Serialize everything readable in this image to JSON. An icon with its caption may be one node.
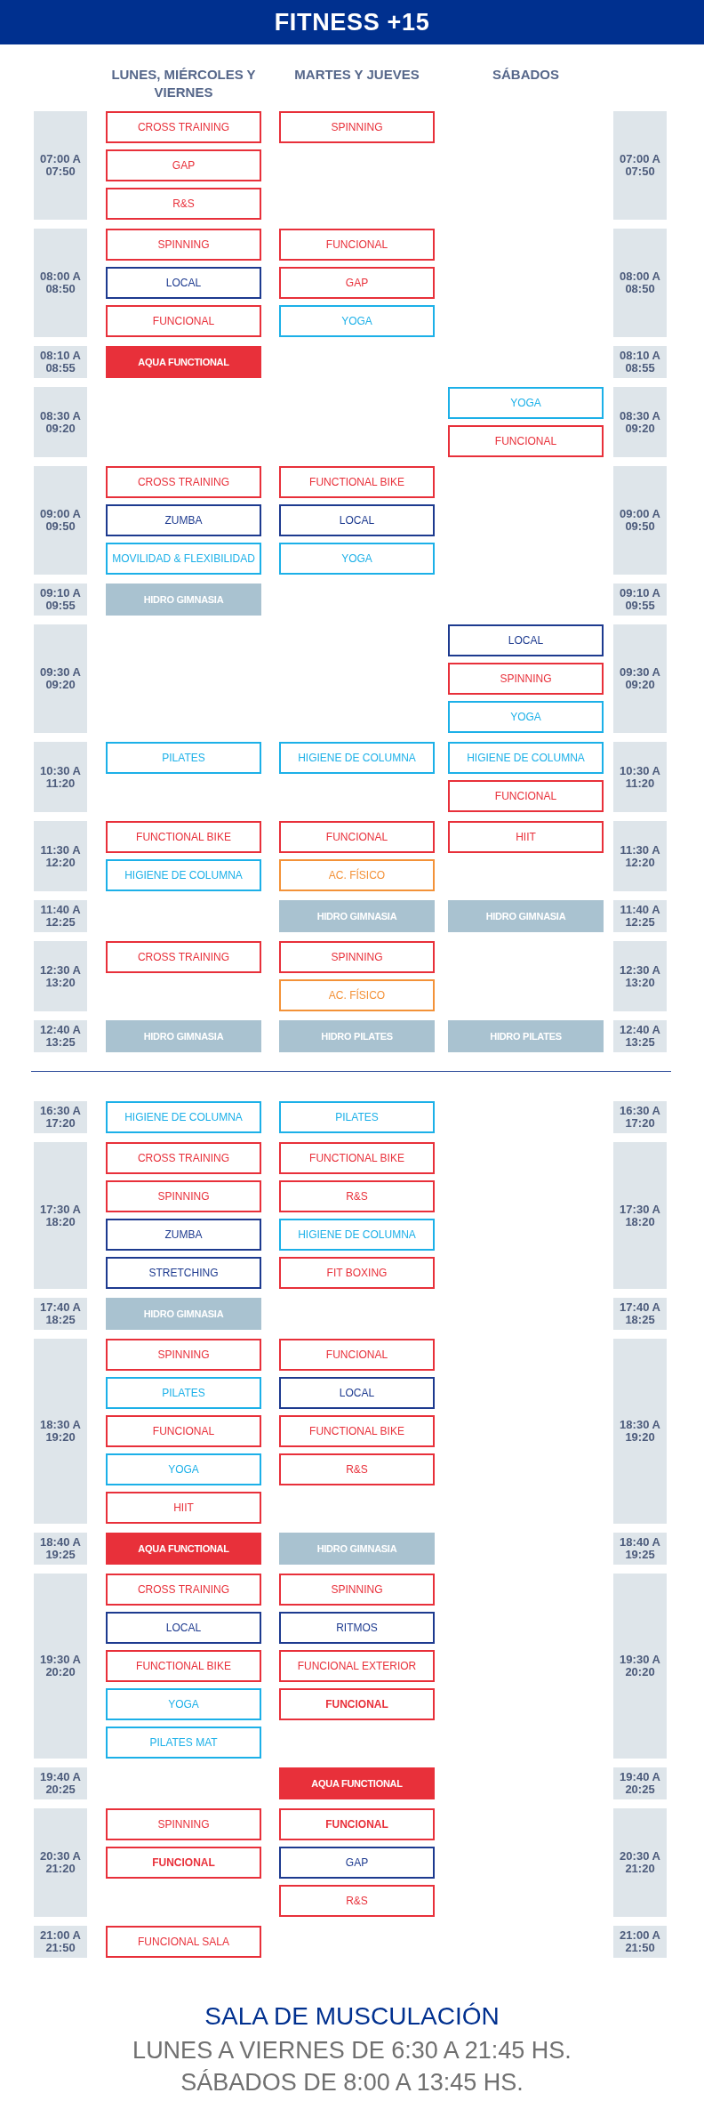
{
  "diagram": {
    "title": "FITNESS +15",
    "nodes": [
      {
        "text": [
          "07:00 A 07:50"
        ]
      },
      {
        "text": [
          "CROSS TRAINING"
        ]
      },
      {
        "text": [
          "SPINNING"
        ]
      },
      {
        "text": [
          "GAP"
        ]
      },
      {
        "text": [
          "R&S"
        ]
      },
      {
        "text": [
          "07:00 A 07:50"
        ]
      },
      {
        "text": [
          "08:00 A 08:50"
        ]
      },
      {
        "text": [
          "SPINNING"
        ]
      },
      {
        "text": [
          "FUNCIONAL"
        ]
      },
      {
        "text": [
          "LOCAL"
        ]
      },
      {
        "text": [
          "GAP"
        ]
      },
      {
        "text": [
          "FUNCIONAL"
        ]
      },
      {
        "text": [
          "YOGA"
        ]
      },
      {
        "text": [
          "08:00 A 08:50"
        ]
      },
      {
        "text": [
          "08:10 A 08:55"
        ]
      },
      {
        "text": [
          "AQUA FUNCTIONAL"
        ]
      },
      {
        "text": [
          "08:10 A 08:55"
        ]
      },
      {
        "text": [
          "08:30 A 09:20"
        ]
      },
      {
        "text": [
          "YOGA"
        ]
      },
      {
        "text": [
          "FUNCIONAL"
        ]
      },
      {
        "text": [
          "08:30 A 09:20"
        ]
      },
      {
        "text": [
          "09:00 A 09:50"
        ]
      },
      {
        "text": [
          "CROSS TRAINING"
        ]
      },
      {
        "text": [
          "FUNCTIONAL BIKE"
        ]
      },
      {
        "text": [
          "ZUMBA"
        ]
      },
      {
        "text": [
          "LOCAL"
        ]
      },
      {
        "text": [
          "MOVILIDAD & FLEXIBILIDAD"
        ]
      },
      {
        "text": [
          "YOGA"
        ]
      },
      {
        "text": [
          "09:00 A 09:50"
        ]
      },
      {
        "text": [
          "09:10 A 09:55"
        ]
      },
      {
        "text": [
          "HIDRO GIMNASIA"
        ]
      },
      {
        "text": [
          "09:10 A 09:55"
        ]
      },
      {
        "text": [
          "09:30 A 09:20"
        ]
      },
      {
        "text": [
          "LOCAL"
        ]
      },
      {
        "text": [
          "SPINNING"
        ]
      },
      {
        "text": [
          "YOGA"
        ]
      },
      {
        "text": [
          "09:30 A 09:20"
        ]
      },
      {
        "text": [
          "10:30 A 11:20"
        ]
      },
      {
        "text": [
          "PILATES"
        ]
      },
      {
        "text": [
          "HIGIENE DE COLUMNA"
        ]
      },
      {
        "text": [
          "HIGIENE DE COLUMNA"
        ]
      },
      {
        "text": [
          "FUNCIONAL"
        ]
      },
      {
        "text": [
          "10:30 A 11:20"
        ]
      },
      {
        "text": [
          "11:30 A 12:20"
        ]
      },
      {
        "text": [
          "FUNCTIONAL BIKE"
        ]
      },
      {
        "text": [
          "FUNCIONAL"
        ]
      },
      {
        "text": [
          "HIIT"
        ]
      },
      {
        "text": [
          "HIGIENE DE COLUMNA"
        ]
      },
      {
        "text": [
          "AC. FÍSICO"
        ]
      },
      {
        "text": [
          "11:30 A 12:20"
        ]
      },
      {
        "text": [
          "11:40 A 12:25"
        ]
      },
      {
        "text": [
          "HIDRO GIMNASIA"
        ]
      },
      {
        "text": [
          "HIDRO GIMNASIA"
        ]
      },
      {
        "text": [
          "11:40 A 12:25"
        ]
      },
      {
        "text": [
          "12:30 A 13:20"
        ]
      },
      {
        "text": [
          "CROSS TRAINING"
        ]
      },
      {
        "text": [
          "SPINNING"
        ]
      },
      {
        "text": [
          "AC. FÍSICO"
        ]
      },
      {
        "text": [
          "12:30 A 13:20"
        ]
      },
      {
        "text": [
          "12:40 A 13:25"
        ]
      },
      {
        "text": [
          "HIDRO GIMNASIA"
        ]
      },
      {
        "text": [
          "HIDRO PILATES"
        ]
      },
      {
        "text": [
          "HIDRO PILATES"
        ]
      },
      {
        "text": [
          "12:40 A 13:25"
        ]
      },
      {
        "text": [
          "16:30 A 17:20"
        ]
      },
      {
        "text": [
          "HIGIENE DE COLUMNA"
        ]
      },
      {
        "text": [
          "PILATES"
        ]
      },
      {
        "text": [
          "16:30 A 17:20"
        ]
      },
      {
        "text": [
          "17:30 A 18:20"
        ]
      },
      {
        "text": [
          "CROSS TRAINING"
        ]
      },
      {
        "text": [
          "FUNCTIONAL BIKE"
        ]
      },
      {
        "text": [
          "SPINNING"
        ]
      },
      {
        "text": [
          "R&S"
        ]
      },
      {
        "text": [
          "ZUMBA"
        ]
      },
      {
        "text": [
          "HIGIENE DE COLUMNA"
        ]
      },
      {
        "text": [
          "STRETCHING"
        ]
      },
      {
        "text": [
          "FIT BOXING"
        ]
      },
      {
        "text": [
          "17:30 A 18:20"
        ]
      },
      {
        "text": [
          "17:40 A 18:25"
        ]
      },
      {
        "text": [
          "HIDRO GIMNASIA"
        ]
      },
      {
        "text": [
          "17:40 A 18:25"
        ]
      },
      {
        "text": [
          "18:30 A 19:20"
        ]
      },
      {
        "text": [
          "SPINNING"
        ]
      },
      {
        "text": [
          "FUNCIONAL"
        ]
      },
      {
        "text": [
          "PILATES"
        ]
      },
      {
        "text": [
          "LOCAL"
        ]
      },
      {
        "text": [
          "FUNCIONAL"
        ]
      },
      {
        "text": [
          "FUNCTIONAL BIKE"
        ]
      },
      {
        "text": [
          "YOGA"
        ]
      },
      {
        "text": [
          "R&S"
        ]
      },
      {
        "text": [
          "HIIT"
        ]
      },
      {
        "text": [
          "18:30 A 19:20"
        ]
      },
      {
        "text": [
          "18:40 A 19:25"
        ]
      },
      {
        "text": [
          "AQUA FUNCTIONAL"
        ]
      },
      {
        "text": [
          "HIDRO GIMNASIA"
        ]
      },
      {
        "text": [
          "18:40 A 19:25"
        ]
      },
      {
        "text": [
          "19:30 A 20:20"
        ]
      },
      {
        "text": [
          "CROSS TRAINING"
        ]
      },
      {
        "text": [
          "SPINNING"
        ]
      },
      {
        "text": [
          "LOCAL"
        ]
      },
      {
        "text": [
          "RITMOS"
        ]
      },
      {
        "text": [
          "FUNCTIONAL BIKE"
        ]
      },
      {
        "text": [
          "FUNCIONAL EXTERIOR"
        ]
      },
      {
        "text": [
          "YOGA"
        ]
      },
      {
        "text": [
          "FUNCIONAL"
        ]
      },
      {
        "text": [
          "PILATES MAT"
        ]
      },
      {
        "text": [
          "19:30 A 20:20"
        ]
      },
      {
        "text": [
          "19:40 A 20:25"
        ]
      },
      {
        "text": [
          "AQUA FUNCTIONAL"
        ]
      },
      {
        "text": [
          "19:40 A 20:25"
        ]
      },
      {
        "text": [
          "20:30 A 21:20"
        ]
      },
      {
        "text": [
          "SPINNING"
        ]
      },
      {
        "text": [
          "FUNCIONAL"
        ]
      },
      {
        "text": [
          "FUNCIONAL"
        ]
      },
      {
        "text": [
          "GAP"
        ]
      },
      {
        "text": [
          "R&S"
        ]
      },
      {
        "text": [
          "20:30 A 21:20"
        ]
      },
      {
        "text": [
          "21:00 A 21:50"
        ]
      },
      {
        "text": [
          "FUNCIONAL SALA"
        ]
      },
      {
        "text": [
          "21:00 A 21:50"
        ]
      }
    ],
    "edges": [],
    "labels": [
      "LUNES, MIÉRCOLES Y VIERNES",
      "MARTES Y JUEVES",
      "SÁBADOS",
      "SALA DE MUSCULACIÓN",
      "LUNES A VIERNES DE 6:30 A 21:45 HS.",
      "SÁBADOS DE 8:00 A 13:45 HS."
    ]
  }
}
